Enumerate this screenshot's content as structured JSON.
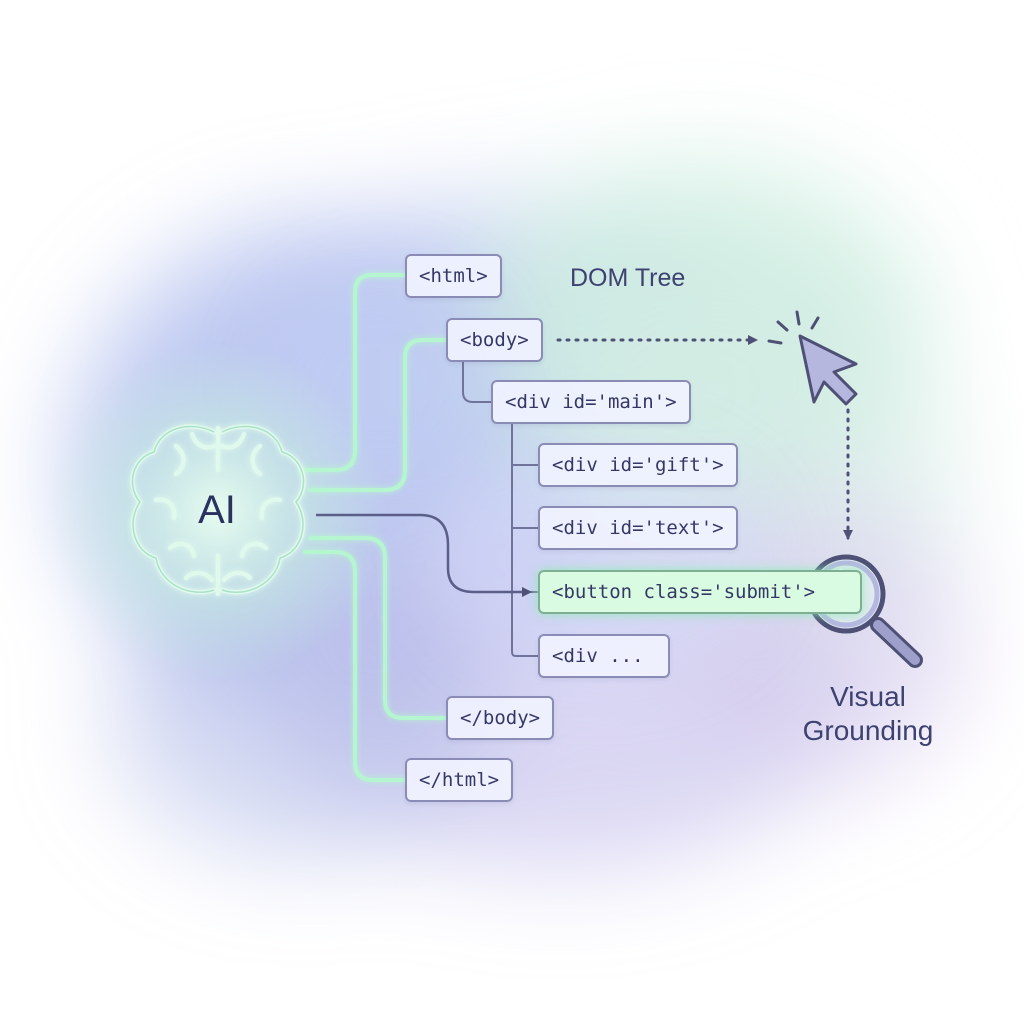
{
  "ai": {
    "label": "AI"
  },
  "dom_tree": {
    "title": "DOM Tree",
    "nodes": [
      "<html>",
      "<body>",
      "<div id='main'>",
      "<div id='gift'>",
      "<div id='text'>",
      "<button class='submit'>",
      "<div ...",
      "</body>",
      "</html>"
    ]
  },
  "visual_grounding": {
    "line1": "Visual",
    "line2": "Grounding"
  },
  "colors": {
    "node_border": "#8a8cb5",
    "node_fill": "#f0f2ff",
    "highlight_fill": "#d9fbe1",
    "glow": "#a8f5c8",
    "text": "#353866",
    "arrow": "#4e5175"
  }
}
